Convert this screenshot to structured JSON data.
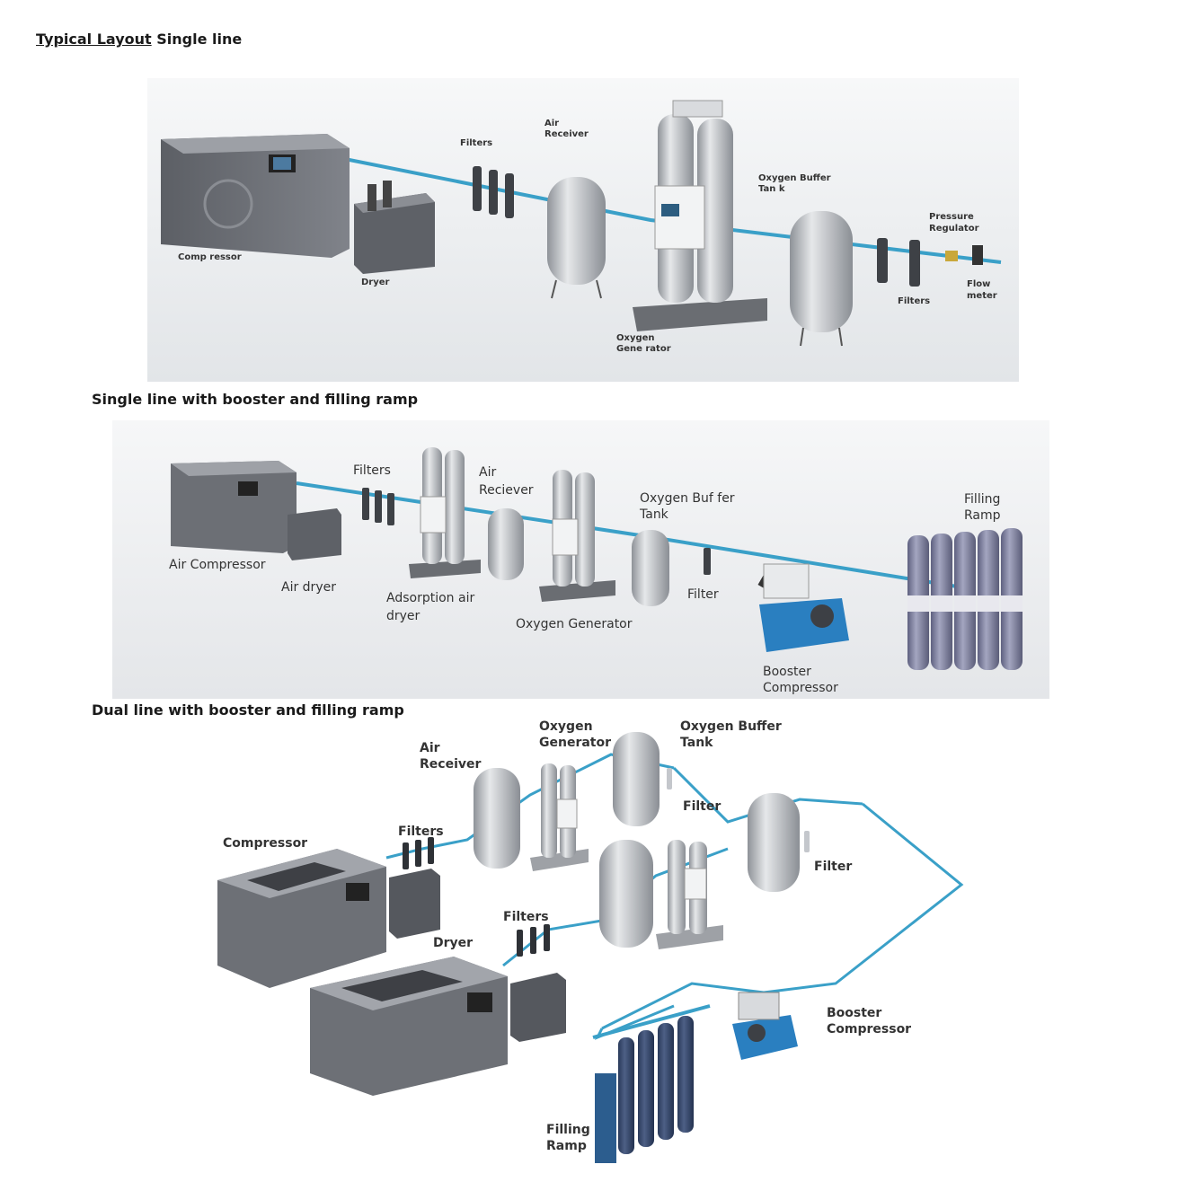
{
  "headings": {
    "first_underlined": "Typical Layout",
    "first_rest": " Single line",
    "second": "Single line with booster and filling ramp",
    "third": "Dual line with booster and filling ramp"
  },
  "panel1": {
    "compressor": "Comp ressor",
    "dryer": "Dryer",
    "filters": "Filters",
    "air_receiver_1": "Air",
    "air_receiver_2": "Receiver",
    "oxygen_generator_1": "Oxygen",
    "oxygen_generator_2": "Gene rator",
    "oxygen_buffer_1": "Oxygen Buffer",
    "oxygen_buffer_2": "Tan k",
    "pressure_regulator_1": "Pressure",
    "pressure_regulator_2": "Regulator",
    "filters_2": "Filters",
    "flow_meter_1": "Flow",
    "flow_meter_2": "meter"
  },
  "panel2": {
    "air_compressor": "Air Compressor",
    "air_dryer": "Air dryer",
    "filters": "Filters",
    "air_reciever_1": "Air",
    "air_reciever_2": "Reciever",
    "adsorption_1": "Adsorption air",
    "adsorption_2": "dryer",
    "oxygen_generator": "Oxygen Generator",
    "oxygen_buffer_1": "Oxygen Buf fer",
    "oxygen_buffer_2": "Tank",
    "filter": "Filter",
    "booster_1": "Booster",
    "booster_2": "Compressor",
    "filling_1": "Filling",
    "filling_2": "Ramp"
  },
  "panel3": {
    "compressor": "Compressor",
    "filters_top": "Filters",
    "air_receiver_1": "Air",
    "air_receiver_2": "Receiver",
    "oxygen_generator_1": "Oxygen",
    "oxygen_generator_2": "Generator",
    "oxygen_buffer_1": "Oxygen Buffer",
    "oxygen_buffer_2": "Tank",
    "filter_1": "Filter",
    "filter_2": "Filter",
    "filters_bottom": "Filters",
    "dryer": "Dryer",
    "booster_1": "Booster",
    "booster_2": "Compressor",
    "filling_1": "Filling",
    "filling_2": "Ramp"
  },
  "colors": {
    "pipe": "#3aa0c8",
    "machine": "#6f7278",
    "tank": "#b8bcc2",
    "panel_bg": "#eef0f2",
    "booster": "#2a7fc0",
    "cylinder": "#7d7f9a"
  }
}
